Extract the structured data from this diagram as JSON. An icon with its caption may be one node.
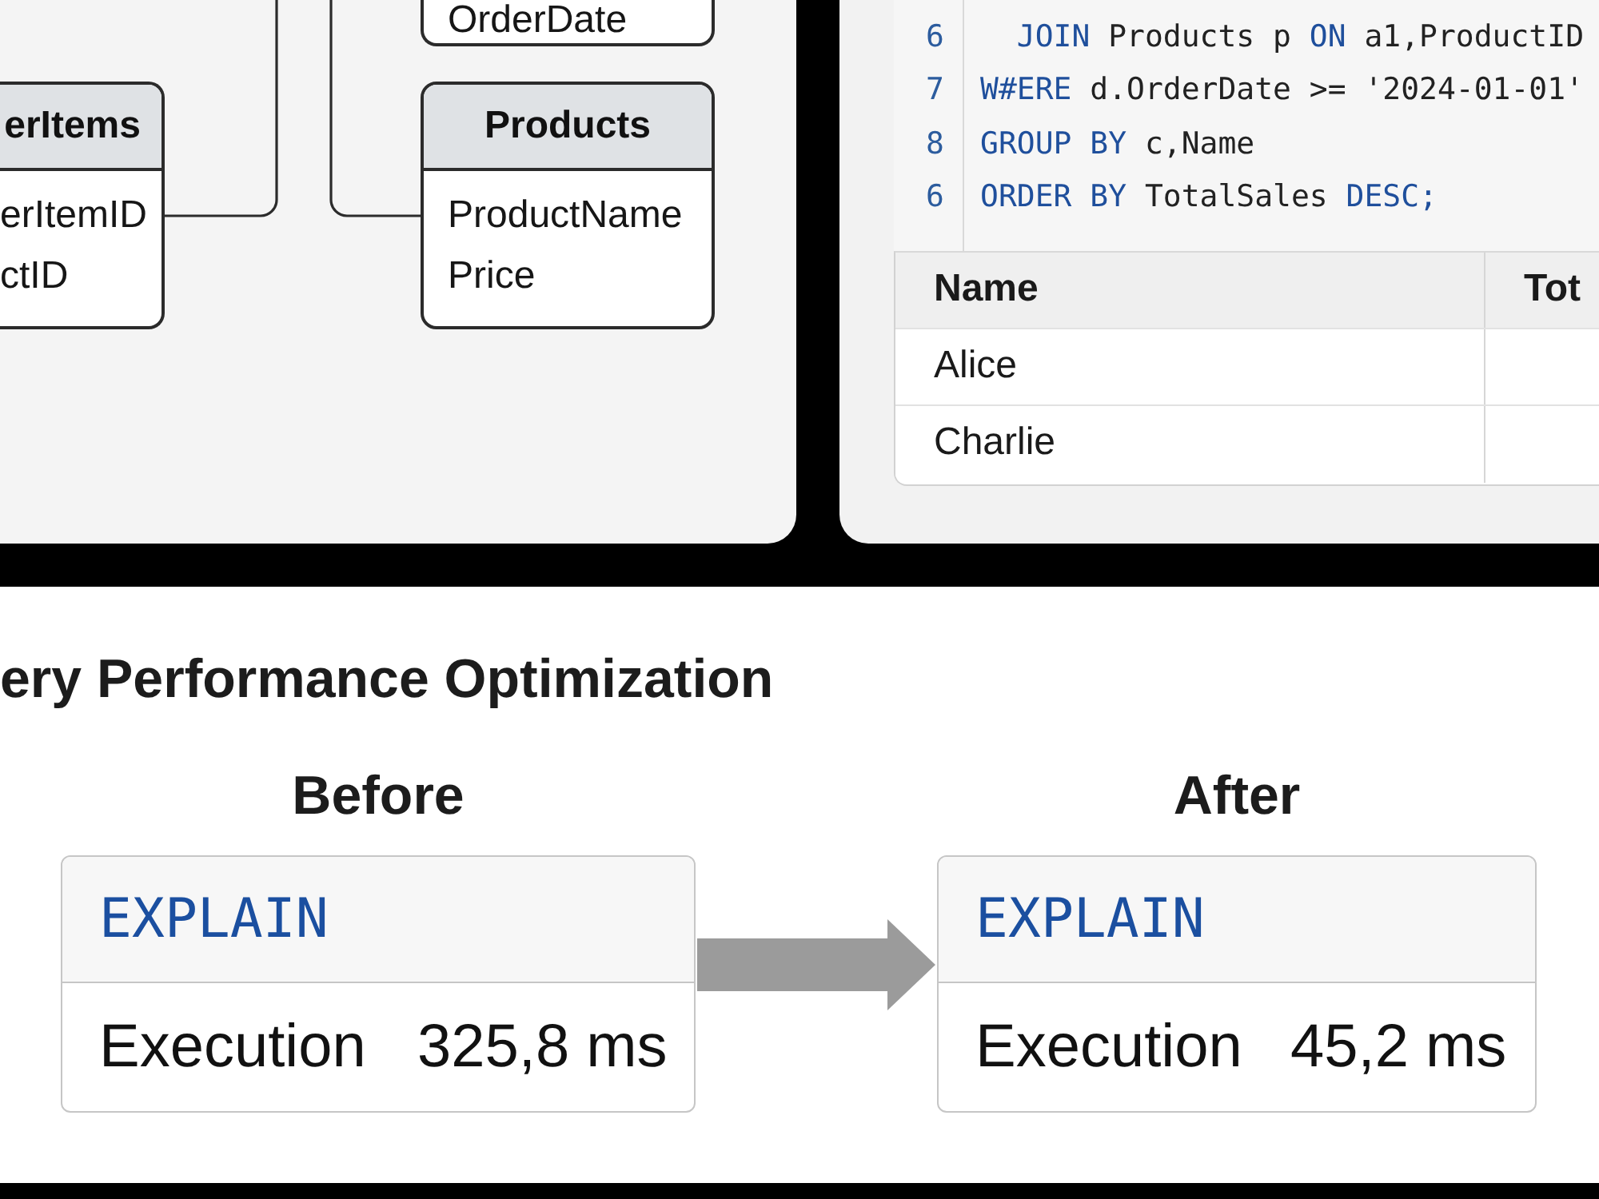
{
  "diagram": {
    "title": "ery Performance Optimization",
    "nodes": [
      {
        "text": [
          "OrderDate"
        ]
      },
      {
        "text": [
          "erItems",
          "erItemID",
          "ctID"
        ]
      },
      {
        "text": [
          "Products",
          "ProductName",
          "Price"
        ]
      },
      {
        "text": [
          "Before",
          "EXPLAIN",
          "Execution",
          "325,8 ms"
        ]
      },
      {
        "text": [
          "After",
          "EXPLAIN",
          "Execution",
          "45,2 ms"
        ]
      }
    ],
    "edges": [
      {
        "from": 1,
        "to": null,
        "arrow": "none"
      },
      {
        "from": 2,
        "to": null,
        "arrow": "none"
      },
      {
        "from": 3,
        "to": 4,
        "arrow": "to",
        "style": "thick",
        "color": "#9b9b9b"
      }
    ],
    "labels": [
      "6",
      "JOIN",
      "Products p",
      "ON",
      "a1,ProductID",
      "7",
      "W#ERE",
      "d.OrderDate >= '2024-01-01'",
      "8",
      "GROUP BY",
      "c,Name",
      "6",
      "ORDER BY",
      "TotalSales",
      "DESC;",
      "Name",
      "Tot",
      "Alice",
      "Charlie"
    ]
  }
}
